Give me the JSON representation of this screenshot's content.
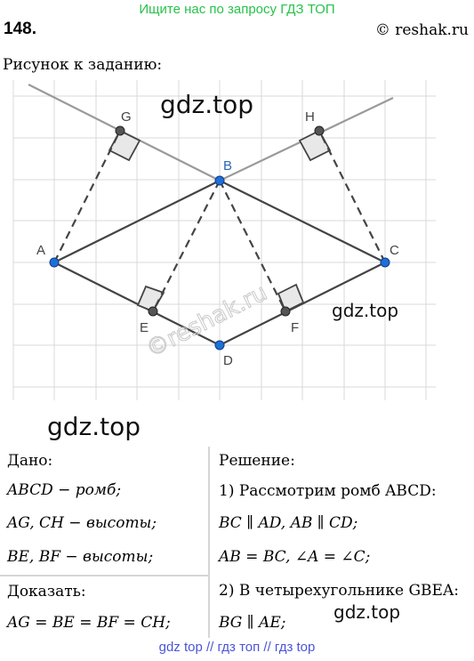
{
  "banner": "Ищите нас по запросу ГДЗ ТОП",
  "problem_number": "148.",
  "copyright": "© reshak.ru",
  "caption": "Рисунок к заданию:",
  "figure": {
    "points": {
      "A": "A",
      "B": "B",
      "C": "C",
      "D": "D",
      "E": "E",
      "F": "F",
      "G": "G",
      "H": "H"
    },
    "watermark_diag": "©reshak.ru"
  },
  "watermarks": [
    "gdz.top",
    "gdz.top",
    "gdz.top",
    "gdz.top"
  ],
  "given": {
    "header": "Дано:",
    "lines": [
      "ABCD − ромб;",
      "AG, CH − высоты;",
      "BE, BF − высоты;"
    ]
  },
  "prove": {
    "header": "Доказать:",
    "line": "AG = BE = BF = CH;"
  },
  "solution": {
    "header": "Решение:",
    "lines": [
      "1) Рассмотрим ромб ABCD:",
      "BC ∥ AD,  AB ∥ CD;",
      "AB = BC,  ∠A = ∠C;",
      "2) В четырехугольнике GBEA:",
      "BG ∥ AE;"
    ]
  },
  "footer": "gdz top  //  гдз топ  //  гдз top",
  "colors": {
    "banner": "#27c24a",
    "footer": "#4b55d8",
    "point": "#1f6fd6",
    "point_stroke": "#0b3e86",
    "aux_point": "#555555"
  }
}
